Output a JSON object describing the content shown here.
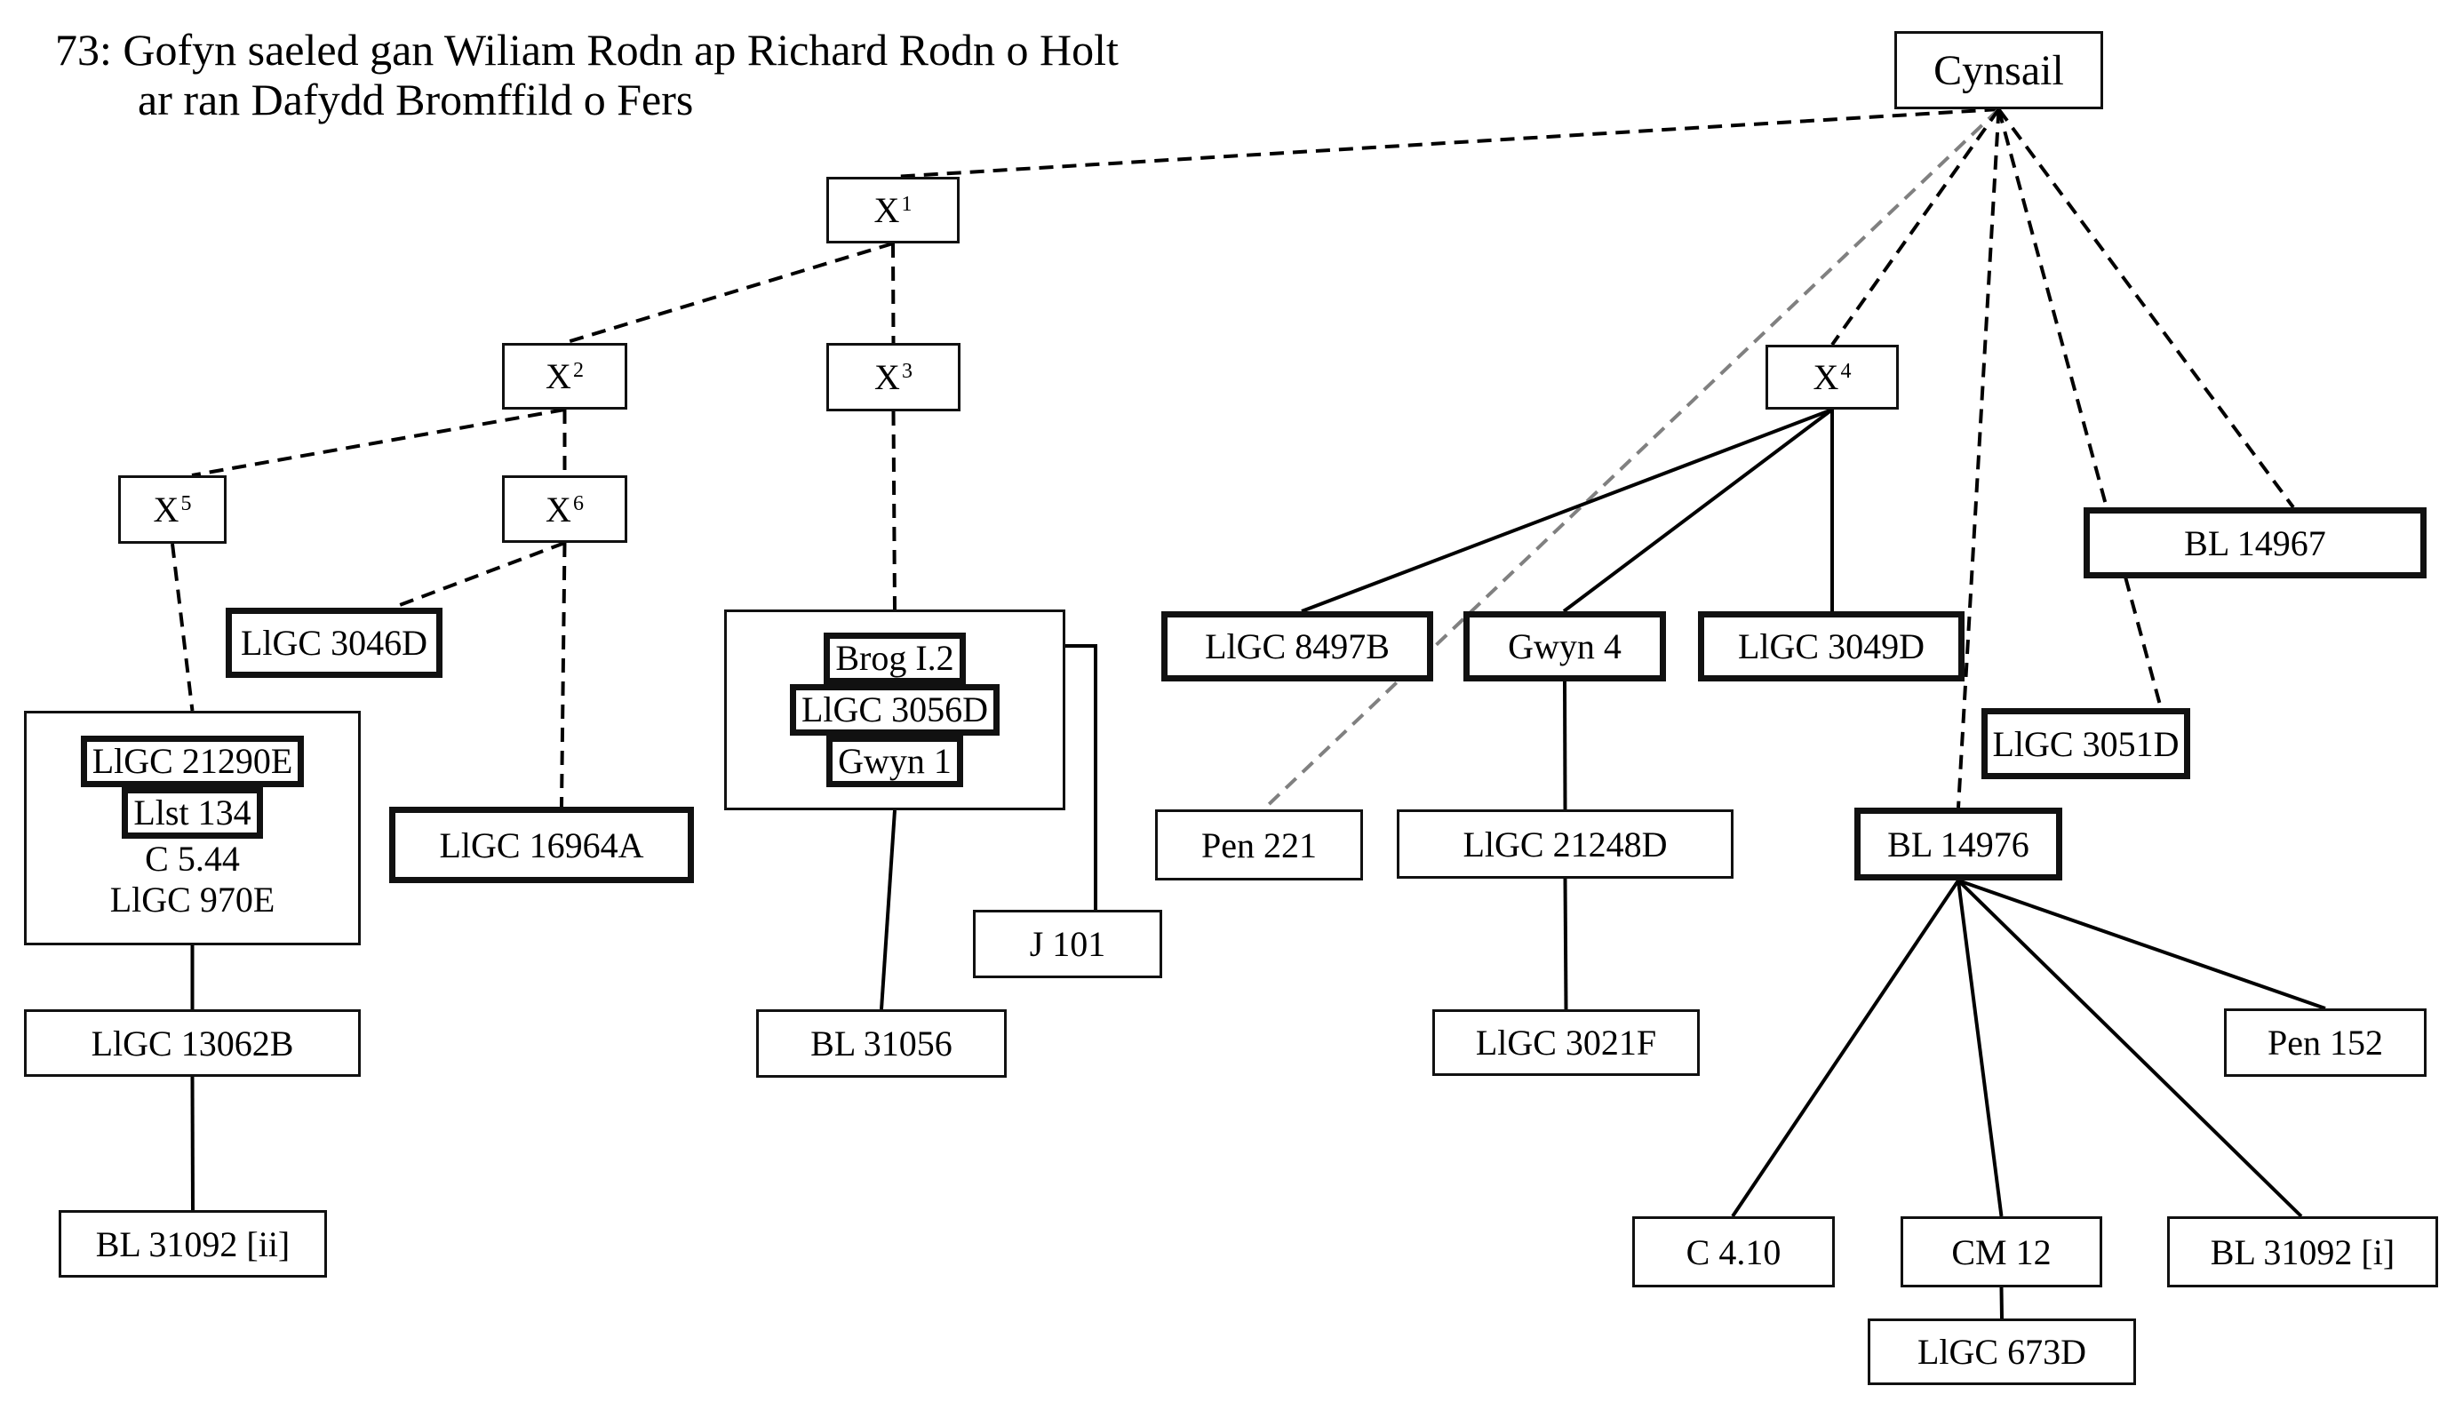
{
  "title": {
    "line1": "73: Gofyn saeled gan Wiliam Rodn ap Richard Rodn o Holt",
    "line2": "ar ran Dafydd Bromffild o Fers"
  },
  "colors": {
    "line": "#000000",
    "uncertain_line": "#808080",
    "box_border": "#111111",
    "background": "#ffffff"
  },
  "nodes": {
    "cynsail": {
      "label": "Cynsail",
      "emphasis": "normal"
    },
    "x1": {
      "label": "X",
      "sup": "1",
      "emphasis": "normal"
    },
    "x2": {
      "label": "X",
      "sup": "2",
      "emphasis": "normal"
    },
    "x3": {
      "label": "X",
      "sup": "3",
      "emphasis": "normal"
    },
    "x4": {
      "label": "X",
      "sup": "4",
      "emphasis": "normal"
    },
    "x5": {
      "label": "X",
      "sup": "5",
      "emphasis": "normal"
    },
    "x6": {
      "label": "X",
      "sup": "6",
      "emphasis": "normal"
    },
    "llgc3046d": {
      "label": "LlGC 3046D",
      "emphasis": "thick"
    },
    "llgc16964a": {
      "label": "LlGC 16964A",
      "emphasis": "thick"
    },
    "group_x5": {
      "items": [
        {
          "label": "LlGC 21290E",
          "emphasis": "thick"
        },
        {
          "label": "Llst 134",
          "emphasis": "thick"
        },
        {
          "label": "C 5.44",
          "emphasis": "plain"
        },
        {
          "label": "LlGC 970E",
          "emphasis": "plain"
        }
      ]
    },
    "group_x3": {
      "items": [
        {
          "label": "Brog I.2",
          "emphasis": "thick"
        },
        {
          "label": "LlGC 3056D",
          "emphasis": "thick"
        },
        {
          "label": "Gwyn 1",
          "emphasis": "thick"
        }
      ]
    },
    "llgc13062b": {
      "label": "LlGC 13062B",
      "emphasis": "normal"
    },
    "bl31092ii": {
      "label": "BL 31092 [ii]",
      "emphasis": "normal"
    },
    "j101": {
      "label": "J 101",
      "emphasis": "normal"
    },
    "bl31056": {
      "label": "BL 31056",
      "emphasis": "normal"
    },
    "llgc8497b": {
      "label": "LlGC 8497B",
      "emphasis": "thick"
    },
    "gwyn4": {
      "label": "Gwyn 4",
      "emphasis": "thick"
    },
    "llgc3049d": {
      "label": "LlGC 3049D",
      "emphasis": "thick"
    },
    "pen221": {
      "label": "Pen 221",
      "emphasis": "normal"
    },
    "llgc21248d": {
      "label": "LlGC 21248D",
      "emphasis": "normal"
    },
    "llgc3021f": {
      "label": "LlGC 3021F",
      "emphasis": "normal"
    },
    "bl14967": {
      "label": "BL 14967",
      "emphasis": "thick"
    },
    "llgc3051d": {
      "label": "LlGC 3051D",
      "emphasis": "thick"
    },
    "bl14976": {
      "label": "BL 14976",
      "emphasis": "thick"
    },
    "pen152": {
      "label": "Pen 152",
      "emphasis": "normal"
    },
    "c410": {
      "label": "C 4.10",
      "emphasis": "normal"
    },
    "cm12": {
      "label": "CM 12",
      "emphasis": "normal"
    },
    "bl31092i": {
      "label": "BL 31092 [i]",
      "emphasis": "normal"
    },
    "llgc673d": {
      "label": "LlGC 673D",
      "emphasis": "normal"
    }
  },
  "edges": [
    {
      "from": "cynsail",
      "to": "x1",
      "style": "dashed"
    },
    {
      "from": "cynsail",
      "to": "pen221",
      "style": "dashed-gray"
    },
    {
      "from": "cynsail",
      "to": "x4",
      "style": "dashed"
    },
    {
      "from": "cynsail",
      "to": "bl14976",
      "style": "dashed"
    },
    {
      "from": "cynsail",
      "to": "llgc3051d",
      "style": "dashed"
    },
    {
      "from": "cynsail",
      "to": "bl14967",
      "style": "dashed"
    },
    {
      "from": "x1",
      "to": "x2",
      "style": "dashed"
    },
    {
      "from": "x1",
      "to": "x3",
      "style": "dashed"
    },
    {
      "from": "x2",
      "to": "x5",
      "style": "dashed"
    },
    {
      "from": "x2",
      "to": "x6",
      "style": "dashed"
    },
    {
      "from": "x6",
      "to": "llgc3046d",
      "style": "dashed"
    },
    {
      "from": "x6",
      "to": "llgc16964a",
      "style": "dashed"
    },
    {
      "from": "x5",
      "to": "group_x5",
      "style": "dashed"
    },
    {
      "from": "x3",
      "to": "group_x3",
      "style": "dashed"
    },
    {
      "from": "group_x5",
      "to": "llgc13062b",
      "style": "solid"
    },
    {
      "from": "llgc13062b",
      "to": "bl31092ii",
      "style": "solid"
    },
    {
      "from": "group_x3",
      "to": "bl31056",
      "style": "solid"
    },
    {
      "from": "group_x3",
      "to": "j101",
      "style": "solid-elbow"
    },
    {
      "from": "x4",
      "to": "llgc8497b",
      "style": "solid"
    },
    {
      "from": "x4",
      "to": "gwyn4",
      "style": "solid"
    },
    {
      "from": "x4",
      "to": "llgc3049d",
      "style": "solid"
    },
    {
      "from": "gwyn4",
      "to": "llgc21248d",
      "style": "solid"
    },
    {
      "from": "llgc21248d",
      "to": "llgc3021f",
      "style": "solid"
    },
    {
      "from": "bl14976",
      "to": "c410",
      "style": "solid"
    },
    {
      "from": "bl14976",
      "to": "cm12",
      "style": "solid"
    },
    {
      "from": "bl14976",
      "to": "bl31092i",
      "style": "solid"
    },
    {
      "from": "bl14976",
      "to": "pen152",
      "style": "solid"
    },
    {
      "from": "cm12",
      "to": "llgc673d",
      "style": "solid"
    }
  ]
}
